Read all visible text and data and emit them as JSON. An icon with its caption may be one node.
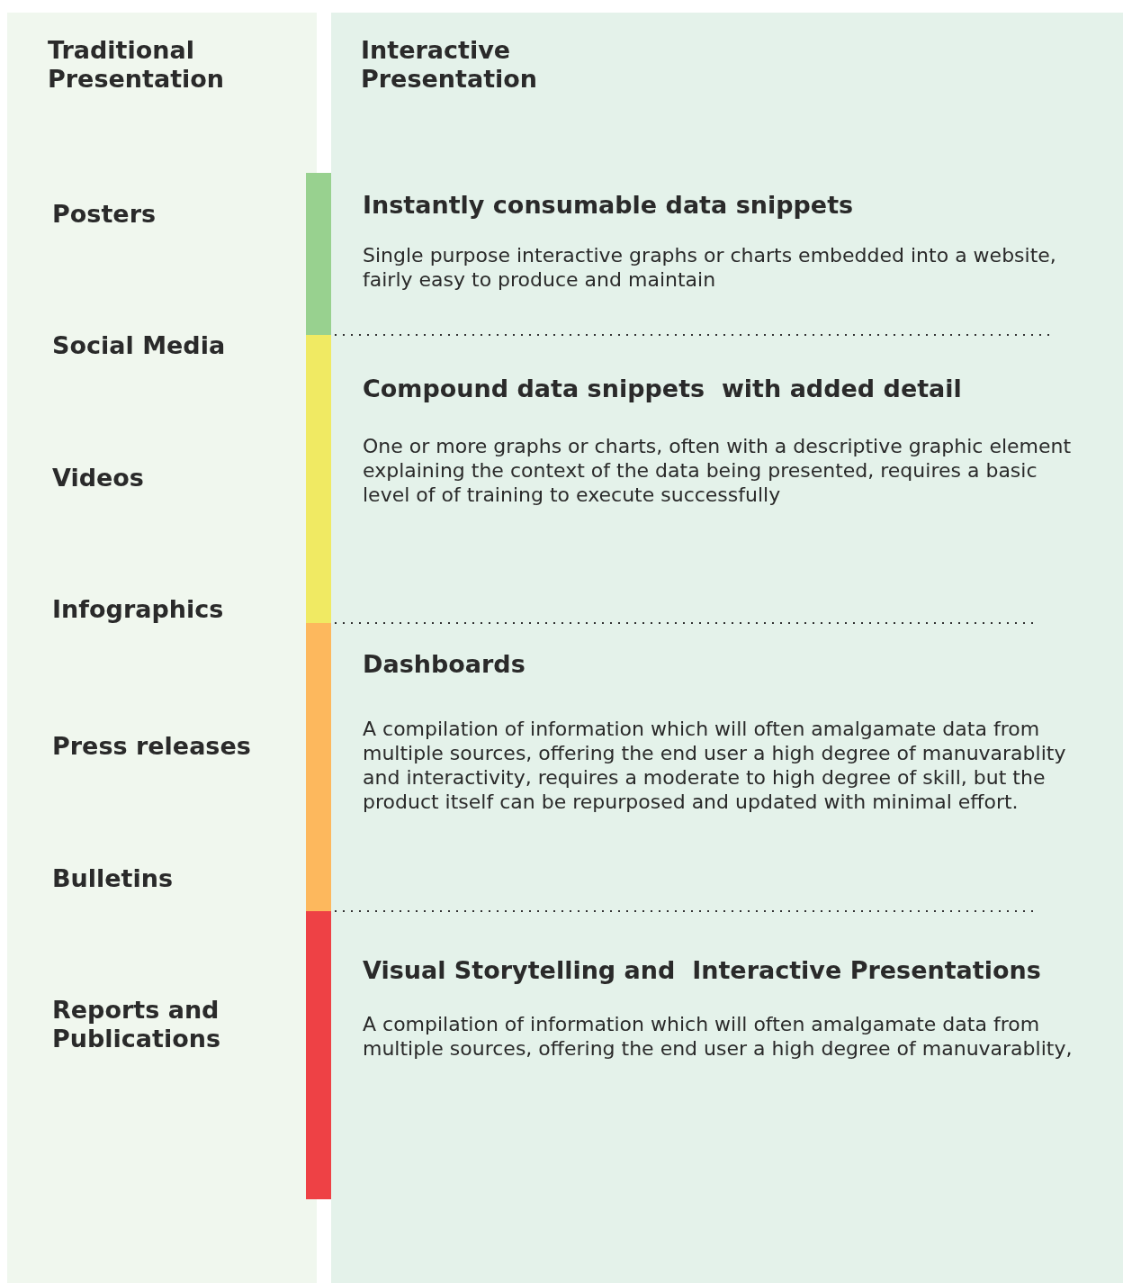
{
  "diagram": {
    "nodes": [
      {
        "text": [
          "Traditional Presentation"
        ]
      },
      {
        "text": [
          "Interactive Presentation"
        ]
      },
      {
        "text": [
          "Instantly consumable data snippets",
          "Single purpose interactive graphs or charts embedded into a website, fairly easy to produce and maintain"
        ],
        "in": 1
      },
      {
        "text": [
          "Compound data snippets  with added detail",
          "One or more graphs or charts, often with a descriptive graphic element explaining the context of the data being presented, requires a basic level of of training to execute successfully"
        ],
        "in": 1
      },
      {
        "text": [
          "Dashboards",
          "A compilation of information which will often amalgamate data from multiple sources, offering the end user a high degree of manuvarablity and interactivity, requires a moderate to high degree of skill, but the product itself can be repurposed and updated with minimal effort."
        ],
        "in": 1
      },
      {
        "text": [
          "Visual Storytelling and  Interactive Presentations",
          "A compilation of information which will often amalgamate data from multiple sources, offering the end user a high degree of manuvarablity,"
        ],
        "in": 1
      }
    ],
    "labels": [
      "Posters",
      "Social Media",
      "Videos",
      "Infographics",
      "Press releases",
      "Bulletins",
      "Reports and Publications"
    ]
  }
}
